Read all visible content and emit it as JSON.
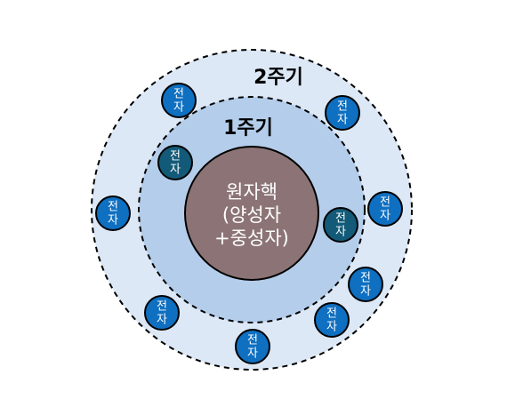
{
  "diagram": {
    "colors": {
      "background": "#ffffff",
      "outer_shell_fill": "#dce8f6",
      "inner_shell_fill": "#b4cdea",
      "nucleus_fill": "#8c7476",
      "electron_outer_fill": "#0f6fc0",
      "electron_inner_fill": "#135a78",
      "outline": "#000000"
    },
    "shells": [
      {
        "id": "outer",
        "label": "2주기"
      },
      {
        "id": "inner",
        "label": "1주기"
      }
    ],
    "nucleus": {
      "lines": [
        "원자핵",
        "(양성자",
        "+중성자)"
      ]
    },
    "electrons": [
      {
        "shell": "inner",
        "lines": [
          "전",
          "자"
        ]
      },
      {
        "shell": "inner",
        "lines": [
          "전",
          "자"
        ]
      },
      {
        "shell": "outer",
        "lines": [
          "전",
          "자"
        ]
      },
      {
        "shell": "outer",
        "lines": [
          "전",
          "자"
        ]
      },
      {
        "shell": "outer",
        "lines": [
          "전",
          "자"
        ]
      },
      {
        "shell": "outer",
        "lines": [
          "전",
          "자"
        ]
      },
      {
        "shell": "outer",
        "lines": [
          "전",
          "자"
        ]
      },
      {
        "shell": "outer",
        "lines": [
          "전",
          "자"
        ]
      },
      {
        "shell": "outer",
        "lines": [
          "전",
          "자"
        ]
      },
      {
        "shell": "outer",
        "lines": [
          "전",
          "자"
        ]
      }
    ]
  }
}
